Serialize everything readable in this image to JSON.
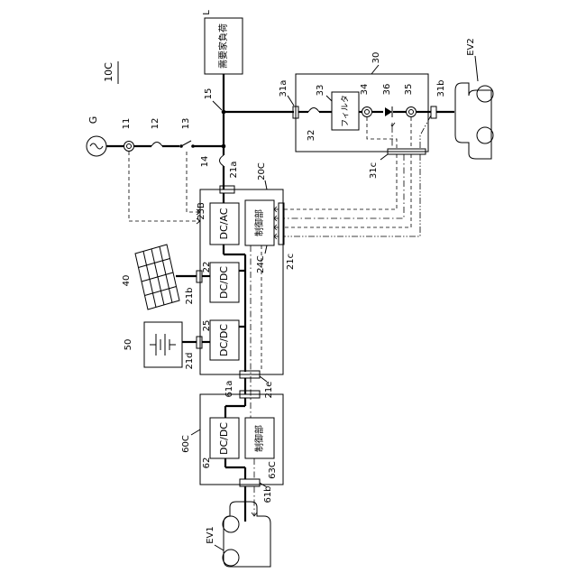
{
  "figure_label": "10C",
  "nodes": {
    "grid": "G",
    "load_ref": "L",
    "load_name": "需要家負荷",
    "breaker_11": "11",
    "fuse_12": "12",
    "switch_13": "13",
    "fuse_14": "14",
    "bus_15": "15",
    "pcs": "20C",
    "port_21a": "21a",
    "port_21b": "21b",
    "port_21c": "21c",
    "port_21d": "21d",
    "port_21e": "21e",
    "pv_ref": "22",
    "inverter_ref": "23B",
    "inverter_name": "DC/AC",
    "controller_ref": "24C",
    "controller_name": "制御部",
    "pv_dcdc_name": "DC/DC",
    "battery_dcdc_ref": "25",
    "battery_dcdc_name": "DC/DC",
    "ev_charger": "30",
    "port_31a": "31a",
    "port_31b": "31b",
    "port_31c": "31c",
    "fuse_32": "32",
    "filter_ref": "33",
    "filter_name": "フィルタ",
    "breaker_34": "34",
    "breaker_35": "35",
    "diode_36": "36",
    "solar_panel": "40",
    "battery": "50",
    "v2h_unit": "60C",
    "port_61a": "61a",
    "port_61b": "61b",
    "v2h_dcdc_ref": "62",
    "v2h_dcdc_name": "DC/DC",
    "v2h_controller_ref": "63C",
    "v2h_controller_name": "制御部",
    "ev1": "EV1",
    "ev2": "EV2"
  },
  "colors": {
    "line": "#000000",
    "background": "#ffffff"
  }
}
